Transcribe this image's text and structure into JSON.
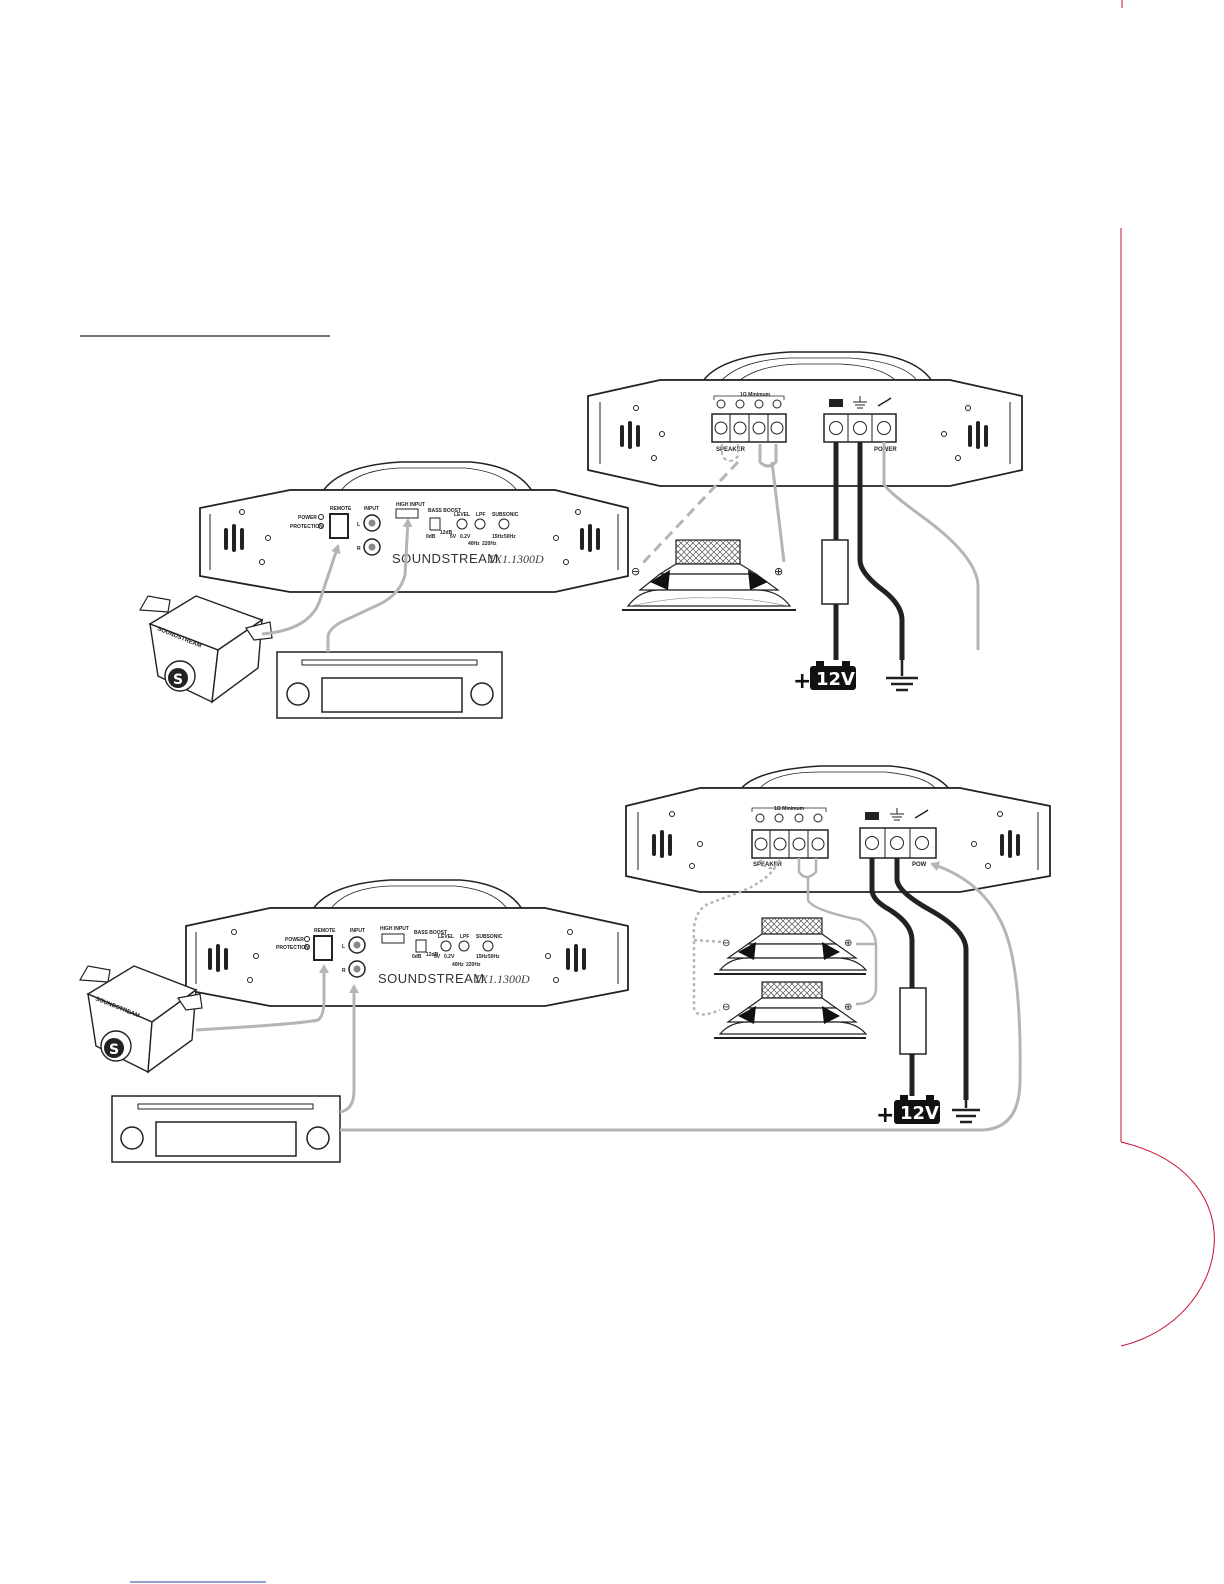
{
  "diagrams": [
    {
      "amp_top": {
        "speaker_label": "SPEAKER",
        "power_label": "POWER",
        "ohm_label": "1Ω Minimum"
      },
      "amp_side": {
        "brand": "SOUNDSTREAM",
        "model": "TX1.1300D",
        "remote_label": "REMOTE",
        "input_label": "INPUT",
        "input_l": "L",
        "input_r": "R",
        "power_led": "POWER",
        "protection_led": "PROTECTION",
        "high_input_label": "HIGH INPUT",
        "bass_boost_label": "BASS BOOST",
        "bass_boost_values": [
          "0dB",
          "12dB"
        ],
        "level_label": "LEVEL",
        "level_values": [
          "5V",
          "0.2V"
        ],
        "lpf_label": "LPF",
        "lpf_values": [
          "40Hz",
          "220Hz"
        ],
        "subsonic_label": "SUBSONIC",
        "subsonic_values": [
          "15Hz",
          "50Hz"
        ]
      },
      "remote_brand": "SOUNDSTREAM",
      "battery_label": "12V",
      "battery_plus": "+",
      "speaker_neg": "⊖",
      "speaker_pos": "⊕"
    },
    {
      "amp_top": {
        "speaker_label": "SPEAKER",
        "power_label": "POW",
        "ohm_label": "1Ω Minimum"
      },
      "amp_side": {
        "brand": "SOUNDSTREAM",
        "model": "TX1.1300D",
        "remote_label": "REMOTE",
        "input_label": "INPUT",
        "input_l": "L",
        "input_r": "R",
        "power_led": "POWER",
        "protection_led": "PROTECTION",
        "high_input_label": "HIGH INPUT",
        "bass_boost_label": "BASS BOOST",
        "bass_boost_values": [
          "0dB",
          "12dB"
        ],
        "level_label": "LEVEL",
        "level_values": [
          "5V",
          "0.2V"
        ],
        "lpf_label": "LPF",
        "lpf_values": [
          "40Hz",
          "220Hz"
        ],
        "subsonic_label": "SUBSONIC",
        "subsonic_values": [
          "15Hz",
          "50Hz"
        ]
      },
      "remote_brand": "SOUNDSTREAM",
      "battery_label": "12V",
      "battery_plus": "+",
      "speaker_neg": "⊖",
      "speaker_pos": "⊕"
    }
  ],
  "colors": {
    "accent_red": "#c8102e",
    "wire_gray": "#b5b5b5",
    "ink": "#222222"
  }
}
